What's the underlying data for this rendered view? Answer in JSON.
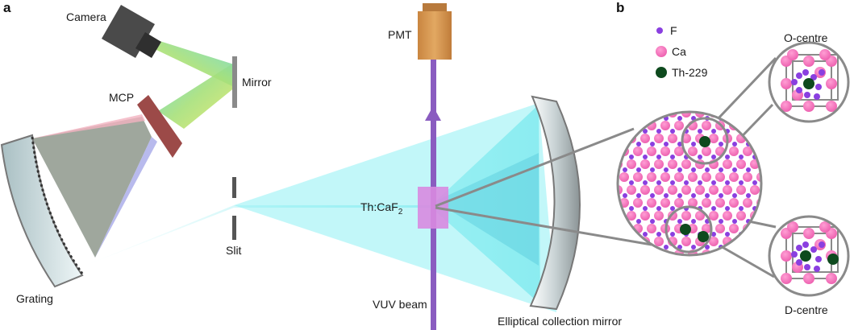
{
  "panels": {
    "a": "a",
    "b": "b"
  },
  "labels": {
    "camera": "Camera",
    "mirror": "Mirror",
    "mcp": "MCP",
    "grating": "Grating",
    "slit": "Slit",
    "pmt": "PMT",
    "crystal_main": "Th:CaF",
    "crystal_sub": "2",
    "vuv_beam": "VUV beam",
    "elliptical_mirror": "Elliptical collection mirror"
  },
  "legend": [
    {
      "label": "F",
      "color": "#8a3fe0"
    },
    {
      "label": "Ca",
      "color": "#f06ab8"
    },
    {
      "label": "Th-229",
      "color": "#0e4a1e"
    }
  ],
  "insets": {
    "o_centre": "O-centre",
    "d_centre": "D-centre"
  },
  "colors": {
    "beam": "#7fe8ee",
    "vuv": "#8a5cc0",
    "crystal": "#d88ae0",
    "mcp": "#9c4a48",
    "pmt": "#d4924a",
    "mirror_dark": "#8a8a8a",
    "grating_fill": "#c9dfe4"
  }
}
